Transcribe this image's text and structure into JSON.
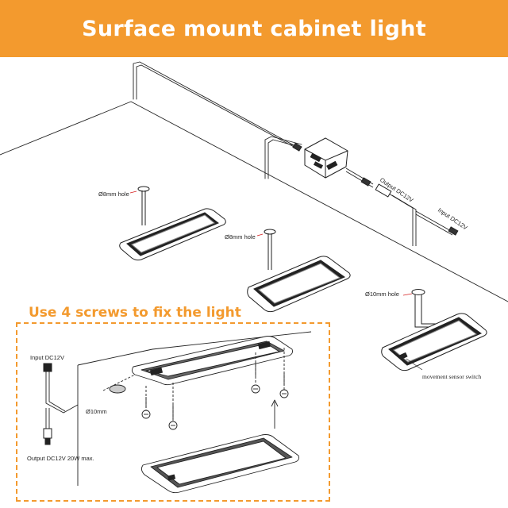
{
  "header": {
    "title": "Surface mount cabinet light",
    "background_color": "#f39a2e"
  },
  "diagram": {
    "hole_labels": [
      "Ø8mm hole",
      "Ø8mm hole",
      "Ø10mm hole"
    ],
    "output_label": "Output DC12V",
    "input_label": "Input DC12V",
    "sensor_label": "movement sensor switch"
  },
  "inset": {
    "title": "Use 4 screws to fix the light",
    "input_label": "Input DC12V",
    "hole_label": "Ø10mm",
    "output_label": "Output DC12V 20W max.",
    "accent_color": "#f39a2e"
  }
}
